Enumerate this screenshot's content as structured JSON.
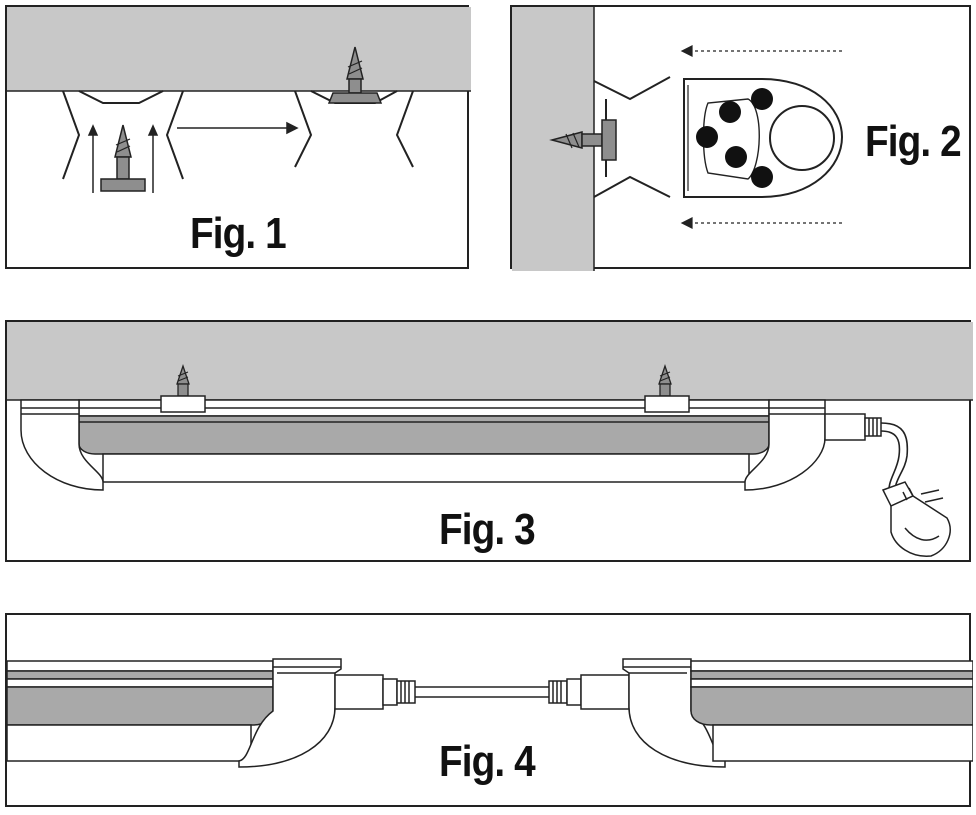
{
  "figures": [
    {
      "id": "fig1",
      "label": "Fig. 1"
    },
    {
      "id": "fig2",
      "label": "Fig. 2"
    },
    {
      "id": "fig3",
      "label": "Fig. 3"
    },
    {
      "id": "fig4",
      "label": "Fig. 4"
    }
  ],
  "colors": {
    "ceiling": "#c8c8c8",
    "fixture_band": "#a9a9a9",
    "outline": "#222222",
    "screw": "#8e8e8e",
    "dot": "#111111"
  }
}
